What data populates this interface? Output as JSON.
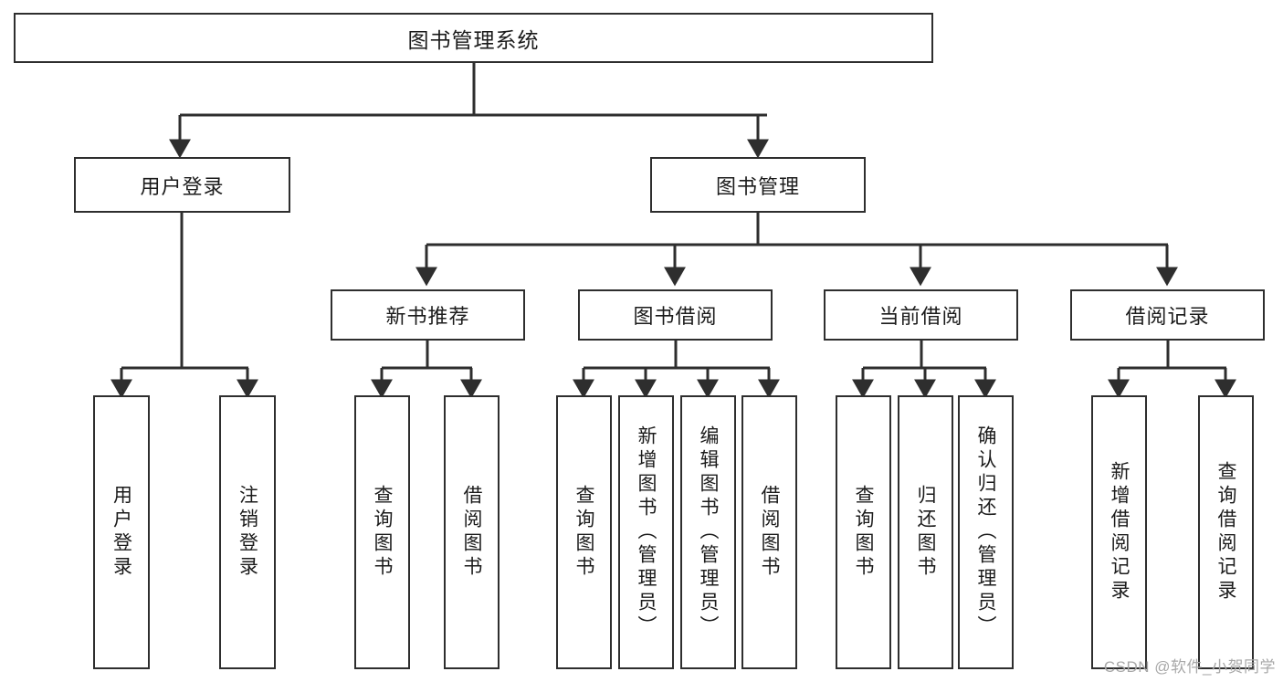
{
  "diagram": {
    "title": "图书管理系统",
    "type": "tree-hierarchy",
    "root": {
      "id": "root",
      "label": "图书管理系统"
    },
    "level2": [
      {
        "id": "user-login",
        "label": "用户登录"
      },
      {
        "id": "book-manage",
        "label": "图书管理"
      }
    ],
    "level3": [
      {
        "id": "new-book-recommend",
        "label": "新书推荐",
        "parent": "book-manage"
      },
      {
        "id": "book-borrow",
        "label": "图书借阅",
        "parent": "book-manage"
      },
      {
        "id": "current-borrow",
        "label": "当前借阅",
        "parent": "book-manage"
      },
      {
        "id": "borrow-record",
        "label": "借阅记录",
        "parent": "book-manage"
      }
    ],
    "leaves": [
      {
        "id": "leaf-user-login",
        "label": "用户登录",
        "parent": "user-login"
      },
      {
        "id": "leaf-user-logout",
        "label": "注销登录",
        "parent": "user-login"
      },
      {
        "id": "leaf-query-book-1",
        "label": "查询图书",
        "parent": "new-book-recommend"
      },
      {
        "id": "leaf-borrow-book-1",
        "label": "借阅图书",
        "parent": "new-book-recommend"
      },
      {
        "id": "leaf-query-book-2",
        "label": "查询图书",
        "parent": "book-borrow"
      },
      {
        "id": "leaf-add-book",
        "label": "新增图书（管理员）",
        "parent": "book-borrow"
      },
      {
        "id": "leaf-edit-book",
        "label": "编辑图书（管理员）",
        "parent": "book-borrow"
      },
      {
        "id": "leaf-borrow-book-2",
        "label": "借阅图书",
        "parent": "book-borrow"
      },
      {
        "id": "leaf-query-book-3",
        "label": "查询图书",
        "parent": "current-borrow"
      },
      {
        "id": "leaf-return-book",
        "label": "归还图书",
        "parent": "current-borrow"
      },
      {
        "id": "leaf-confirm-return",
        "label": "确认归还（管理员）",
        "parent": "current-borrow"
      },
      {
        "id": "leaf-add-record",
        "label": "新增借阅记录",
        "parent": "borrow-record"
      },
      {
        "id": "leaf-query-record",
        "label": "查询借阅记录",
        "parent": "borrow-record"
      }
    ],
    "watermark": "CSDN @软件_小贺同学",
    "colors": {
      "stroke": "#2e2e2e",
      "fill": "#ffffff",
      "text": "#1b1b1b",
      "watermark": "#a8a8a8"
    }
  }
}
